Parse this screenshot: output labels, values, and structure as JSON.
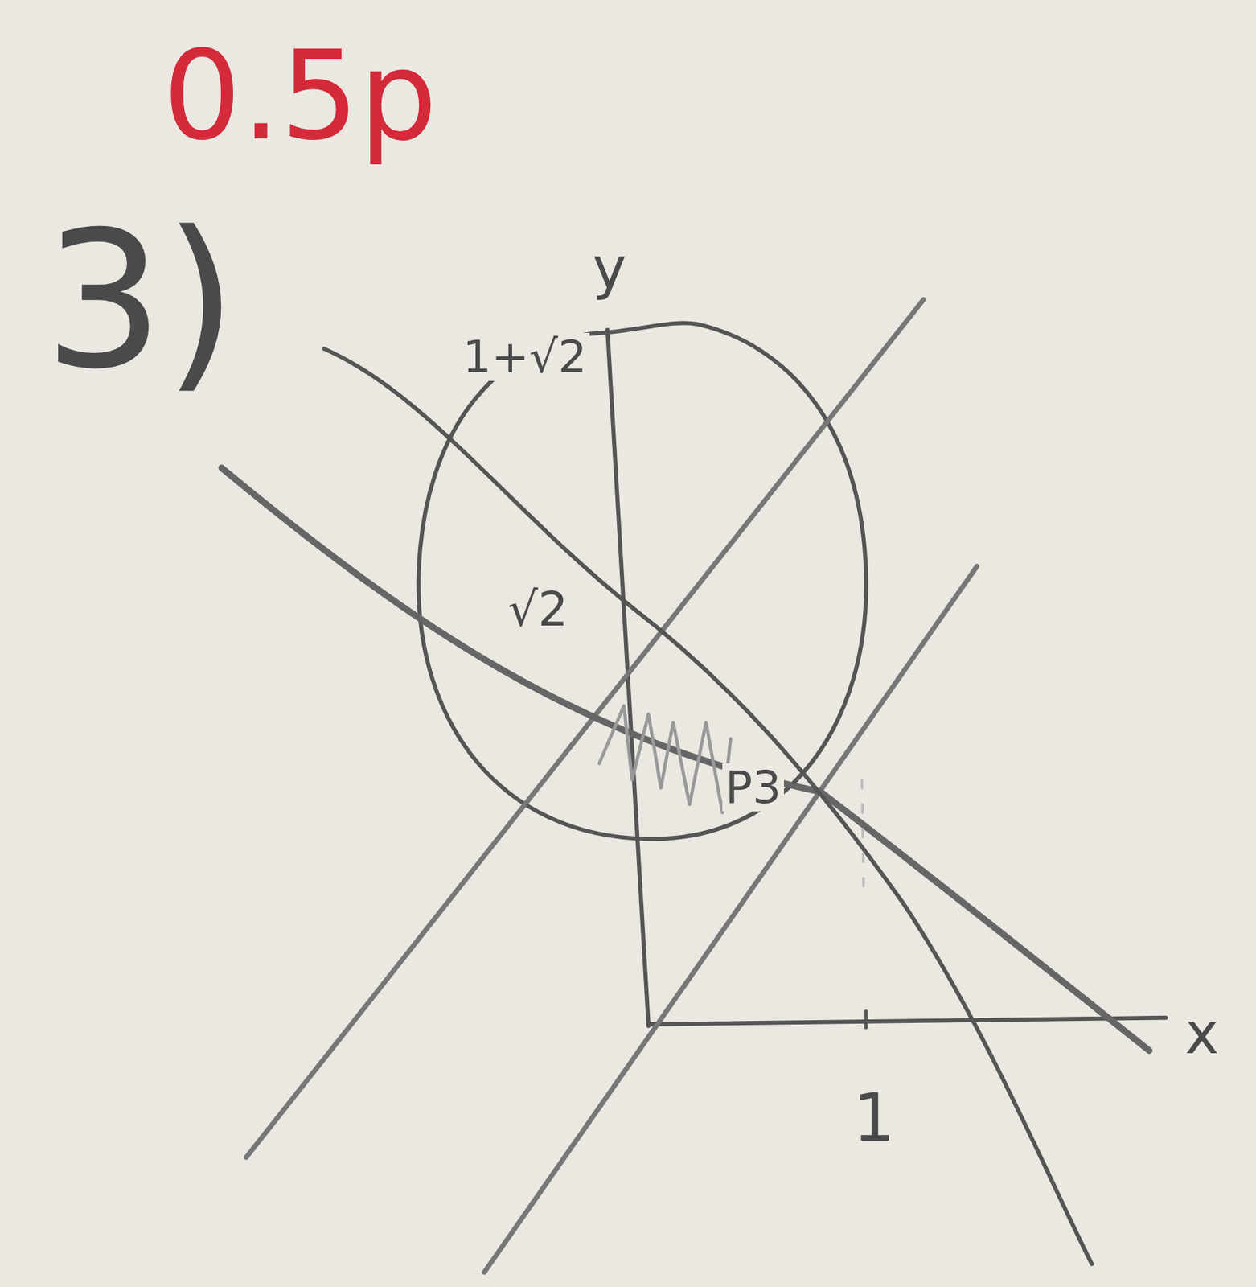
{
  "diagram": {
    "labels": [
      "0.5p",
      "3)",
      "y",
      "1+√2",
      "√2",
      "P3",
      "1",
      "x"
    ]
  }
}
